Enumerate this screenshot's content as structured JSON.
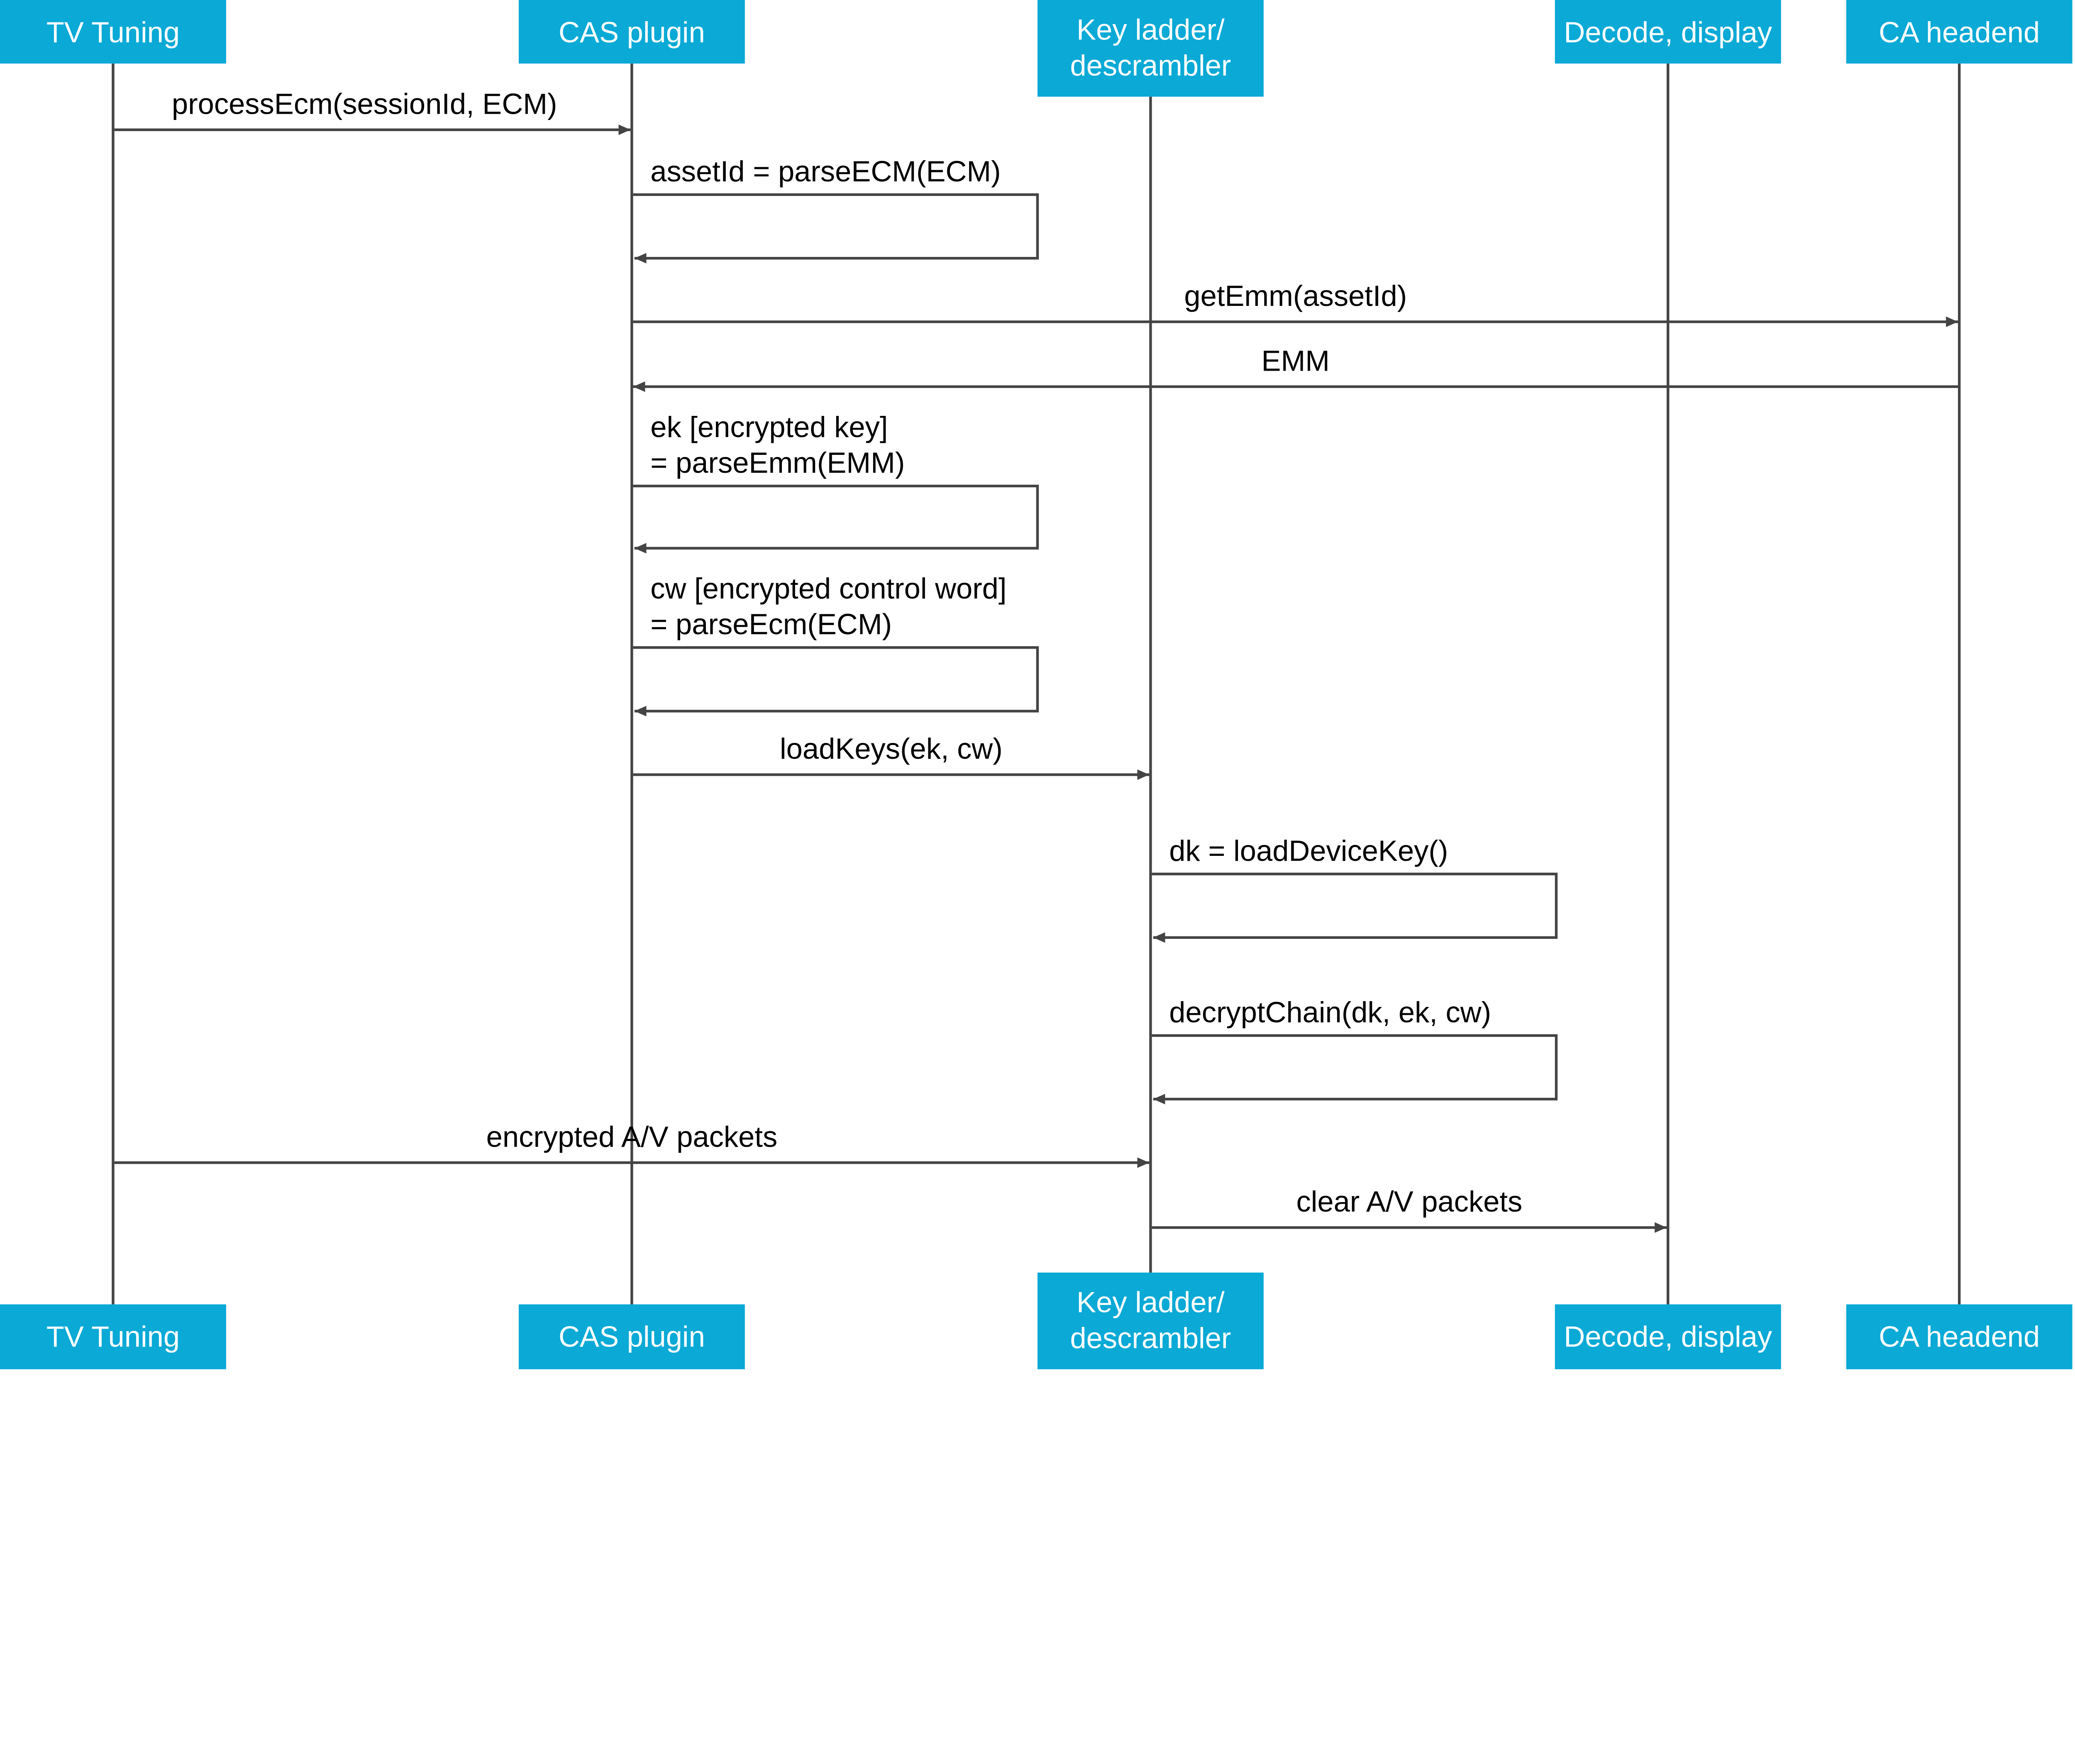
{
  "colors": {
    "participant_fill": "#0aa9d6",
    "line": "#444444",
    "text": "#000000"
  },
  "participants": [
    {
      "lines": [
        "TV Tuning"
      ]
    },
    {
      "lines": [
        "CAS plugin"
      ]
    },
    {
      "lines": [
        "Key ladder/",
        "descrambler"
      ]
    },
    {
      "lines": [
        "Decode, display"
      ]
    },
    {
      "lines": [
        "CA headend"
      ]
    }
  ],
  "messages": [
    {
      "from": 0,
      "to": 1,
      "lines": [
        "processEcm(sessionId, ECM)"
      ]
    },
    {
      "from": 1,
      "to": 1,
      "lines": [
        "assetId = parseECM(ECM)"
      ]
    },
    {
      "from": 1,
      "to": 4,
      "lines": [
        "getEmm(assetId)"
      ]
    },
    {
      "from": 4,
      "to": 1,
      "lines": [
        "EMM"
      ]
    },
    {
      "from": 1,
      "to": 1,
      "lines": [
        "ek [encrypted key]",
        "= parseEmm(EMM)"
      ]
    },
    {
      "from": 1,
      "to": 1,
      "lines": [
        "cw [encrypted control word]",
        "= parseEcm(ECM)"
      ]
    },
    {
      "from": 1,
      "to": 2,
      "lines": [
        "loadKeys(ek, cw)"
      ]
    },
    {
      "from": 2,
      "to": 2,
      "lines": [
        "dk = loadDeviceKey()"
      ]
    },
    {
      "from": 2,
      "to": 2,
      "lines": [
        "decryptChain(dk, ek, cw)"
      ]
    },
    {
      "from": 0,
      "to": 2,
      "lines": [
        "encrypted A/V packets"
      ]
    },
    {
      "from": 2,
      "to": 3,
      "lines": [
        "clear A/V packets"
      ]
    }
  ]
}
